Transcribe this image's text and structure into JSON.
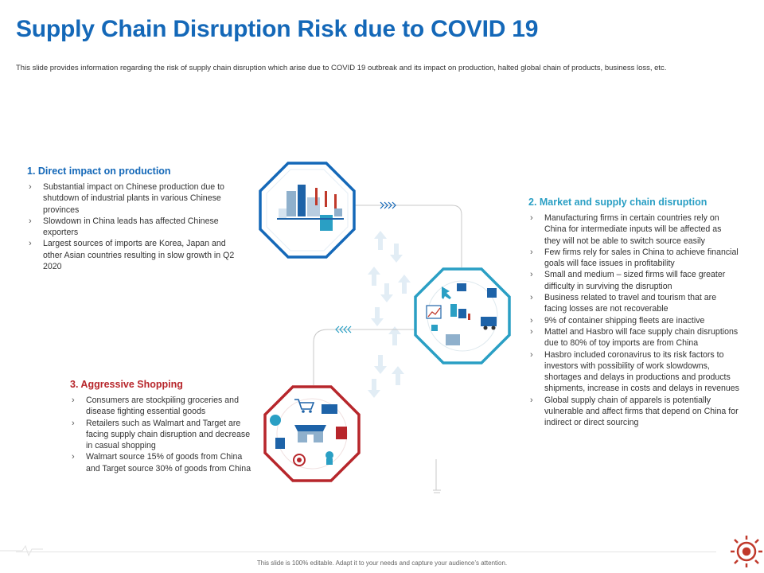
{
  "title": "Supply Chain Disruption Risk due to COVID 19",
  "subtitle": "This slide provides information regarding the risk of supply chain disruption which arise due to COVID  19 outbreak and its impact on production, halted global chain of products, business loss, etc.",
  "sections": [
    {
      "heading": "1. Direct impact on production",
      "items": [
        "Substantial impact on Chinese production due to shutdown of industrial plants in various Chinese provinces",
        "Slowdown in China leads has affected Chinese exporters",
        "Largest sources of imports are Korea, Japan and other Asian countries resulting in slow growth in Q2 2020"
      ]
    },
    {
      "heading": "2. Market and supply chain disruption",
      "items": [
        "Manufacturing firms in certain countries rely on China for intermediate inputs will be affected as they will not be able to switch source easily",
        "Few firms rely for sales in China to achieve financial goals will face issues in profitability",
        "Small and medium – sized firms will face greater difficulty in surviving the disruption",
        "Business related to travel and tourism that are facing losses are not recoverable",
        "9% of container shipping fleets are inactive",
        "Mattel and Hasbro will face supply chain disruptions due to 80% of toy imports are from China",
        "Hasbro included coronavirus to its risk factors to investors with possibility of work slowdowns, shortages and delays in productions and products shipments, increase in costs and delays in revenues",
        "Global supply chain of apparels is potentially vulnerable and affect firms that depend on China for indirect or direct sourcing"
      ]
    },
    {
      "heading": "3. Aggressive Shopping",
      "items": [
        "Consumers are stockpiling groceries and disease fighting essential goods",
        "Retailers such as Walmart and Target are facing supply chain disruption and decrease in casual shopping",
        "Walmart source 15% of goods from China and Target source 30% of goods from China"
      ]
    }
  ],
  "footer": "This slide is 100% editable. Adapt it to your needs and capture your audience’s attention.",
  "colors": {
    "title": "#1468b8",
    "section1": "#1468b8",
    "section2": "#2a9fc4",
    "section3": "#b7262b"
  },
  "icons": [
    "factory-icon",
    "market-icon",
    "shopping-icon",
    "virus-icon"
  ]
}
